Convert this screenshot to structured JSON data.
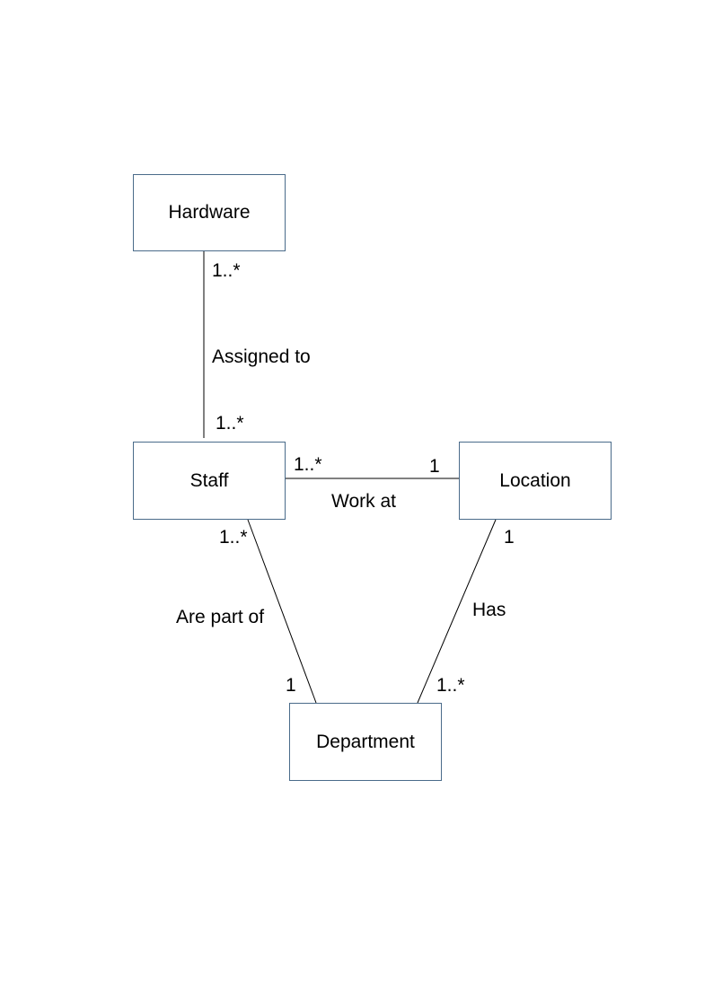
{
  "entities": {
    "hardware": "Hardware",
    "staff": "Staff",
    "location": "Location",
    "department": "Department"
  },
  "relationships": {
    "assigned_to": {
      "label": "Assigned to",
      "hardware_multiplicity": "1..*",
      "staff_multiplicity": "1..*"
    },
    "work_at": {
      "label": "Work at",
      "staff_multiplicity": "1..*",
      "location_multiplicity": "1"
    },
    "are_part_of": {
      "label": "Are part of",
      "staff_multiplicity": "1..*",
      "department_multiplicity": "1"
    },
    "has": {
      "label": "Has",
      "location_multiplicity": "1",
      "department_multiplicity": "1..*"
    }
  },
  "colors": {
    "entity_border": "#4a6b8a",
    "connector": "#000000"
  }
}
